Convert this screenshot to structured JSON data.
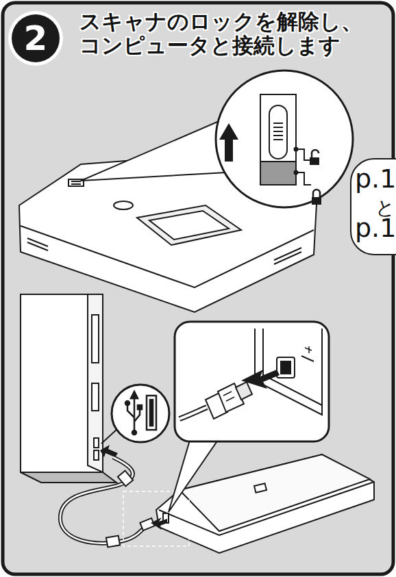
{
  "diagram": {
    "title": "スキャナのロックを解除し、 コンピュータと接続します",
    "labels": [
      "2",
      "p.1",
      "と",
      "p.1"
    ]
  }
}
